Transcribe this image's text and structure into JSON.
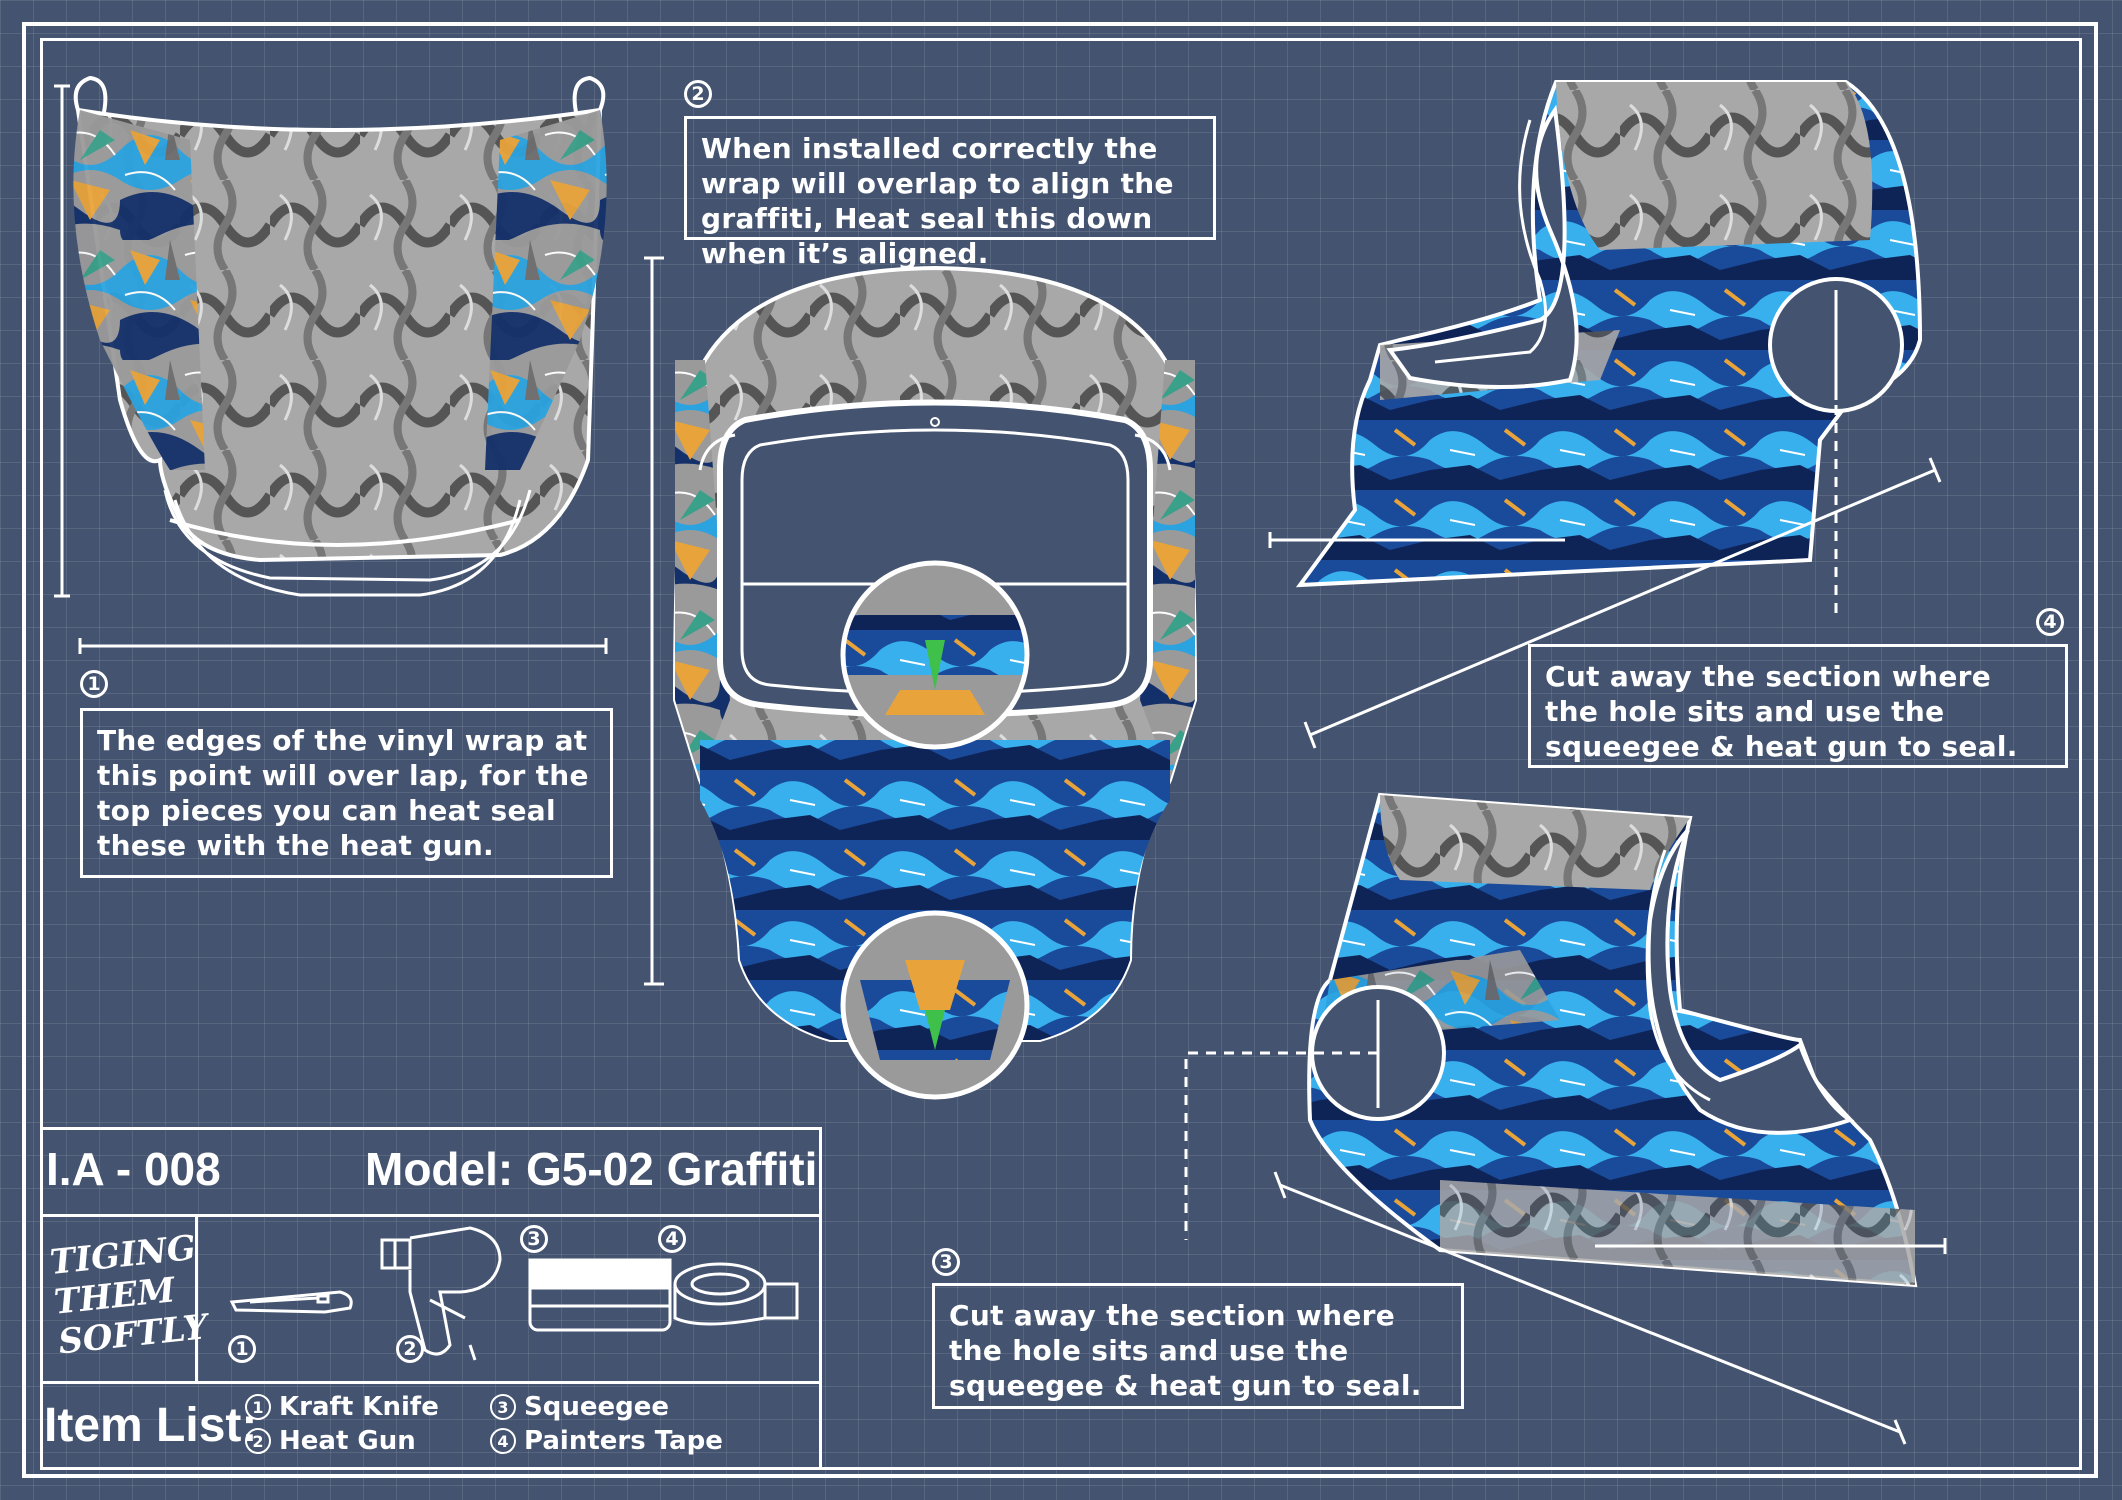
{
  "notes": {
    "n1": {
      "number": "1",
      "text": "The edges of the vinyl wrap at this point will over lap, for the top pieces you can heat seal these with the heat gun."
    },
    "n2": {
      "number": "2",
      "text": "When installed correctly the wrap will overlap to align the graffiti, Heat seal this down when it’s aligned."
    },
    "n3": {
      "number": "3",
      "text": "Cut away the section where the hole sits and use the squeegee & heat gun to seal."
    },
    "n4": {
      "number": "4",
      "text": "Cut away the section where the hole sits and use the squeegee & heat gun to seal."
    }
  },
  "title_block": {
    "ref": "I.A - 008",
    "model": "Model: G5-02 Graffiti",
    "logo": [
      "TIGING",
      "THEM",
      "SOFTLY"
    ],
    "tool_numbers": [
      "1",
      "2",
      "3",
      "4"
    ],
    "item_list_label": "Item List:",
    "items": [
      {
        "number": "1",
        "label": "Kraft Knife"
      },
      {
        "number": "2",
        "label": "Heat Gun"
      },
      {
        "number": "3",
        "label": "Squeegee"
      },
      {
        "number": "4",
        "label": "Painters Tape"
      }
    ]
  },
  "colors": {
    "background": "#44536f",
    "line": "#ffffff",
    "graffiti_blue": "#2aa3e0",
    "graffiti_dark": "#14306a",
    "graffiti_orange": "#e8a33a",
    "graffiti_grey": "#9a9a9a",
    "graffiti_teal": "#3aa089"
  }
}
